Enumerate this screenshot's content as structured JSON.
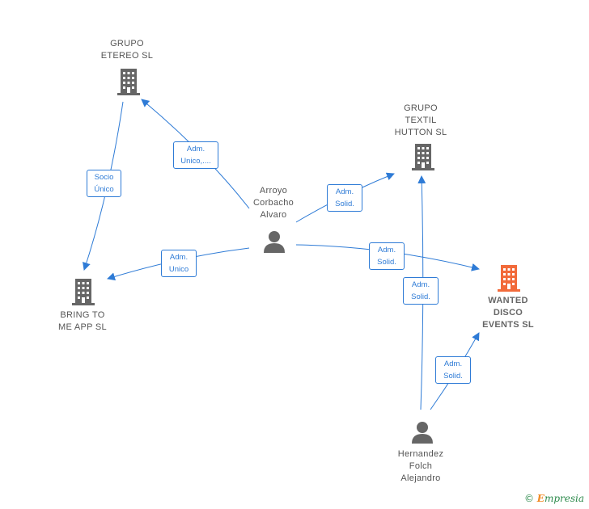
{
  "colors": {
    "edge": "#2e7bd6",
    "company_icon": "#666666",
    "focus_icon": "#f26a3a",
    "person_icon": "#666666"
  },
  "nodes": {
    "grupo_etereo": {
      "label": "GRUPO\nETEREO  SL",
      "icon": "building-icon"
    },
    "grupo_textil": {
      "label": "GRUPO\nTEXTIL\nHUTTON  SL",
      "icon": "building-icon"
    },
    "bring_to_me": {
      "label": "BRING TO\nME APP  SL",
      "icon": "building-icon"
    },
    "wanted_disco": {
      "label": "WANTED\nDISCO\nEVENTS  SL",
      "icon": "building-icon"
    },
    "arroyo": {
      "label": "Arroyo\nCorbacho\nAlvaro",
      "icon": "person-icon"
    },
    "hernandez": {
      "label": "Hernandez\nFolch\nAlejandro",
      "icon": "person-icon"
    }
  },
  "edges": {
    "arroyo_etereo": "Adm.\nUnico,....",
    "etereo_bring": "Socio\nÚnico",
    "arroyo_textil": "Adm.\nSolid.",
    "arroyo_bring": "Adm.\nUnico",
    "arroyo_wanted": "Adm.\nSolid.",
    "hernandez_textil": "Adm.\nSolid.",
    "hernandez_wanted": "Adm.\nSolid."
  },
  "brand": {
    "copyright": "©",
    "name_first": "E",
    "name_rest": "mpresia"
  }
}
